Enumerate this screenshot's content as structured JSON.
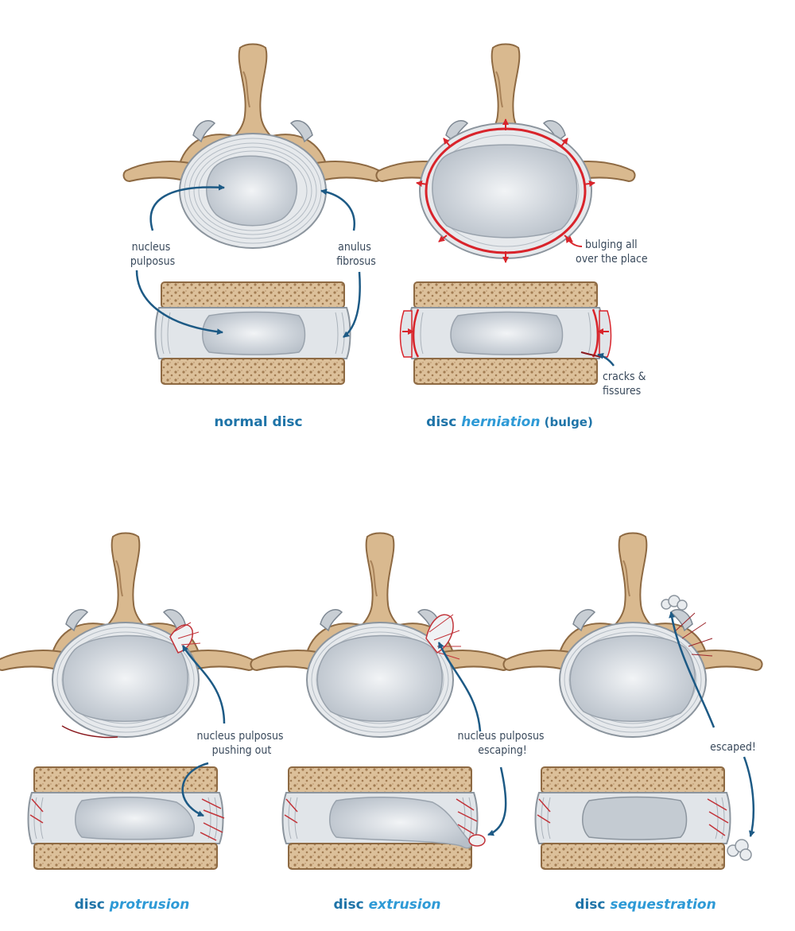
{
  "panels": [
    {
      "id": "normal",
      "caption": {
        "prefix": "disc ",
        "word": "",
        "plain": "normal disc",
        "suffix": ""
      },
      "labels": [
        {
          "lines": [
            "nucleus",
            "pulposus"
          ]
        },
        {
          "lines": [
            "anulus",
            "fibrosus"
          ]
        }
      ]
    },
    {
      "id": "herniation",
      "caption": {
        "prefix": "disc ",
        "word": "herniation",
        "suffix": " (bulge)"
      },
      "labels": [
        {
          "lines": [
            "bulging all",
            "over the place"
          ]
        },
        {
          "lines": [
            "cracks &",
            "fissures"
          ]
        }
      ]
    },
    {
      "id": "protrusion",
      "caption": {
        "prefix": "disc ",
        "word": "protrusion",
        "suffix": ""
      },
      "labels": [
        {
          "lines": [
            "nucleus pulposus",
            "pushing out"
          ]
        }
      ]
    },
    {
      "id": "extrusion",
      "caption": {
        "prefix": "disc ",
        "word": "extrusion",
        "suffix": ""
      },
      "labels": [
        {
          "lines": [
            "nucleus pulposus",
            "escaping!"
          ]
        }
      ]
    },
    {
      "id": "sequestration",
      "caption": {
        "prefix": "disc ",
        "word": "sequestration",
        "suffix": ""
      },
      "labels": [
        {
          "lines": [
            "escaped!"
          ]
        }
      ]
    }
  ],
  "colors": {
    "bone": "#d9b98f",
    "bone_dark": "#a9835a",
    "disc": "#e4e8ec",
    "disc_line": "#a8b0b8",
    "nucleus": "#d2d8de",
    "arrow": "#1d5a85",
    "damage": "#d9242b",
    "caption": "#1f74a8",
    "caption_em": "#2e9ad6"
  }
}
